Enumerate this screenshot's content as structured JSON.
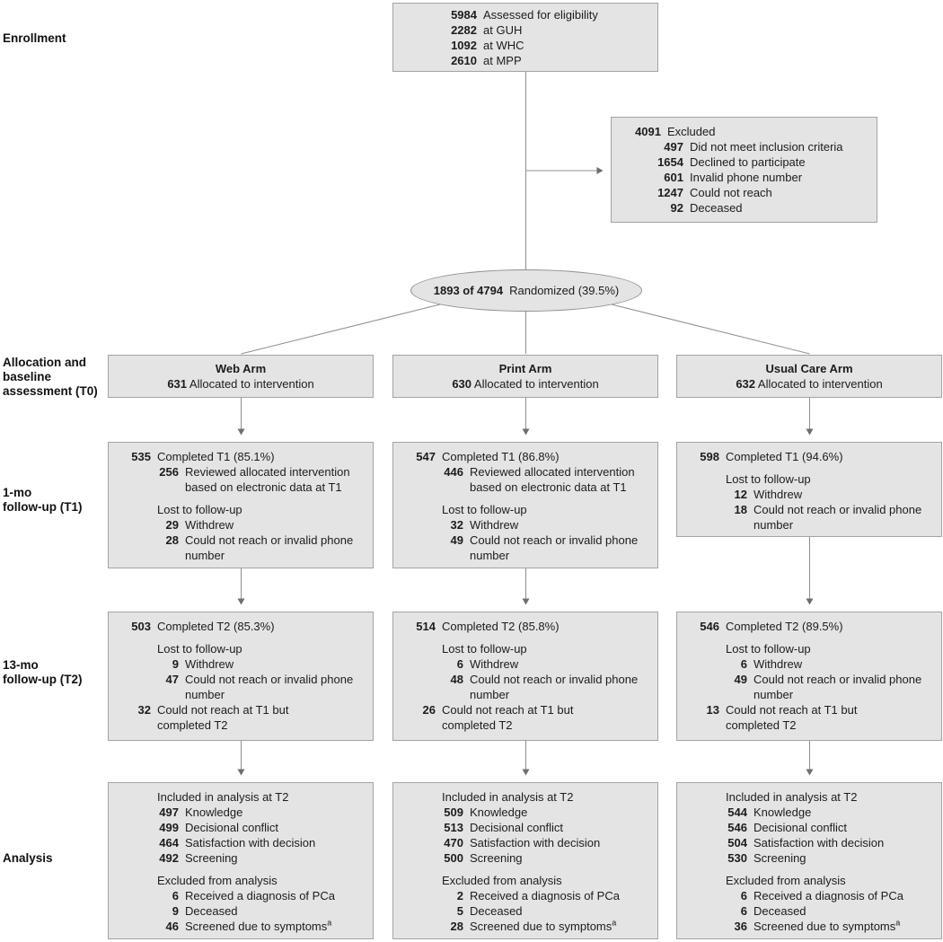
{
  "colors": {
    "box_fill": "#e4e4e4",
    "box_border": "#a3a3a3",
    "connector_line": "#8f8f8f",
    "arrowhead": "#6e6e6e",
    "text": "#1c1c1c"
  },
  "stages": {
    "enrollment": "Enrollment",
    "allocation": [
      "Allocation and",
      "baseline",
      "assessment (T0)"
    ],
    "t1": [
      "1-mo",
      "follow-up (T1)"
    ],
    "t2": [
      "13-mo",
      "follow-up (T2)"
    ],
    "analysis": "Analysis"
  },
  "enrollment_box": {
    "lines": [
      {
        "num": "5984",
        "text": "Assessed for eligibility"
      },
      {
        "num": "2282",
        "text": "at GUH"
      },
      {
        "num": "1092",
        "text": "at WHC"
      },
      {
        "num": "2610",
        "text": "at MPP"
      }
    ]
  },
  "excluded_box": {
    "total": {
      "num": "4091",
      "text": "Excluded"
    },
    "reasons": [
      {
        "num": "497",
        "text": "Did not meet inclusion criteria"
      },
      {
        "num": "1654",
        "text": "Declined to participate"
      },
      {
        "num": "601",
        "text": "Invalid phone number"
      },
      {
        "num": "1247",
        "text": "Could not reach"
      },
      {
        "num": "92",
        "text": "Deceased"
      }
    ]
  },
  "randomized": {
    "num": "1893 of 4794",
    "text": "Randomized (39.5%)"
  },
  "arms": [
    {
      "allocation": {
        "title": "Web Arm",
        "num": "631",
        "text": "Allocated to intervention"
      },
      "t1": {
        "completed": {
          "num": "535",
          "text": "Completed T1 (85.1%)"
        },
        "reviewed": {
          "num": "256",
          "text": "Reviewed allocated intervention based on electronic data at T1"
        },
        "lost_header": "Lost to follow-up",
        "withdrew": {
          "num": "29",
          "text": "Withdrew"
        },
        "could_not_reach": {
          "num": "28",
          "text": "Could not reach or invalid phone number"
        }
      },
      "t2": {
        "completed": {
          "num": "503",
          "text": "Completed T2 (85.3%)"
        },
        "lost_header": "Lost to follow-up",
        "withdrew": {
          "num": "9",
          "text": "Withdrew"
        },
        "could_not_reach": {
          "num": "47",
          "text": "Could not reach or invalid phone number"
        },
        "reach_t1": {
          "num": "32",
          "text": "Could not reach at T1 but completed T2"
        }
      },
      "analysis": {
        "included_header": "Included in analysis at T2",
        "knowledge": {
          "num": "497",
          "text": "Knowledge"
        },
        "conflict": {
          "num": "499",
          "text": "Decisional conflict"
        },
        "satisfaction": {
          "num": "464",
          "text": "Satisfaction with decision"
        },
        "screening": {
          "num": "492",
          "text": "Screening"
        },
        "excluded_header": "Excluded from analysis",
        "pca": {
          "num": "6",
          "text": "Received a diagnosis of PCa"
        },
        "deceased": {
          "num": "9",
          "text": "Deceased"
        },
        "symptoms": {
          "num": "46",
          "text": "Screened due to symptoms",
          "sup": "a"
        }
      }
    },
    {
      "allocation": {
        "title": "Print Arm",
        "num": "630",
        "text": "Allocated to intervention"
      },
      "t1": {
        "completed": {
          "num": "547",
          "text": "Completed T1 (86.8%)"
        },
        "reviewed": {
          "num": "446",
          "text": "Reviewed allocated intervention based on electronic data at T1"
        },
        "lost_header": "Lost to follow-up",
        "withdrew": {
          "num": "32",
          "text": "Withdrew"
        },
        "could_not_reach": {
          "num": "49",
          "text": "Could not reach or invalid phone number"
        }
      },
      "t2": {
        "completed": {
          "num": "514",
          "text": "Completed T2 (85.8%)"
        },
        "lost_header": "Lost to follow-up",
        "withdrew": {
          "num": "6",
          "text": "Withdrew"
        },
        "could_not_reach": {
          "num": "48",
          "text": "Could not reach or invalid phone number"
        },
        "reach_t1": {
          "num": "26",
          "text": "Could not reach at T1 but completed T2"
        }
      },
      "analysis": {
        "included_header": "Included in analysis at T2",
        "knowledge": {
          "num": "509",
          "text": "Knowledge"
        },
        "conflict": {
          "num": "513",
          "text": "Decisional conflict"
        },
        "satisfaction": {
          "num": "470",
          "text": "Satisfaction with decision"
        },
        "screening": {
          "num": "500",
          "text": "Screening"
        },
        "excluded_header": "Excluded from analysis",
        "pca": {
          "num": "2",
          "text": "Received a diagnosis of PCa"
        },
        "deceased": {
          "num": "5",
          "text": "Deceased"
        },
        "symptoms": {
          "num": "28",
          "text": "Screened due to symptoms",
          "sup": "a"
        }
      }
    },
    {
      "allocation": {
        "title": "Usual Care Arm",
        "num": "632",
        "text": "Allocated to intervention"
      },
      "t1": {
        "completed": {
          "num": "598",
          "text": "Completed T1 (94.6%)"
        },
        "lost_header": "Lost to follow-up",
        "withdrew": {
          "num": "12",
          "text": "Withdrew"
        },
        "could_not_reach": {
          "num": "18",
          "text": "Could not reach or invalid phone number"
        }
      },
      "t2": {
        "completed": {
          "num": "546",
          "text": "Completed T2 (89.5%)"
        },
        "lost_header": "Lost to follow-up",
        "withdrew": {
          "num": "6",
          "text": "Withdrew"
        },
        "could_not_reach": {
          "num": "49",
          "text": "Could not reach or invalid phone number"
        },
        "reach_t1": {
          "num": "13",
          "text": "Could not reach at T1 but completed T2"
        }
      },
      "analysis": {
        "included_header": "Included in analysis at T2",
        "knowledge": {
          "num": "544",
          "text": "Knowledge"
        },
        "conflict": {
          "num": "546",
          "text": "Decisional conflict"
        },
        "satisfaction": {
          "num": "504",
          "text": "Satisfaction with decision"
        },
        "screening": {
          "num": "530",
          "text": "Screening"
        },
        "excluded_header": "Excluded from analysis",
        "pca": {
          "num": "6",
          "text": "Received a diagnosis of PCa"
        },
        "deceased": {
          "num": "6",
          "text": "Deceased"
        },
        "symptoms": {
          "num": "36",
          "text": "Screened due to symptoms",
          "sup": "a"
        }
      }
    }
  ]
}
